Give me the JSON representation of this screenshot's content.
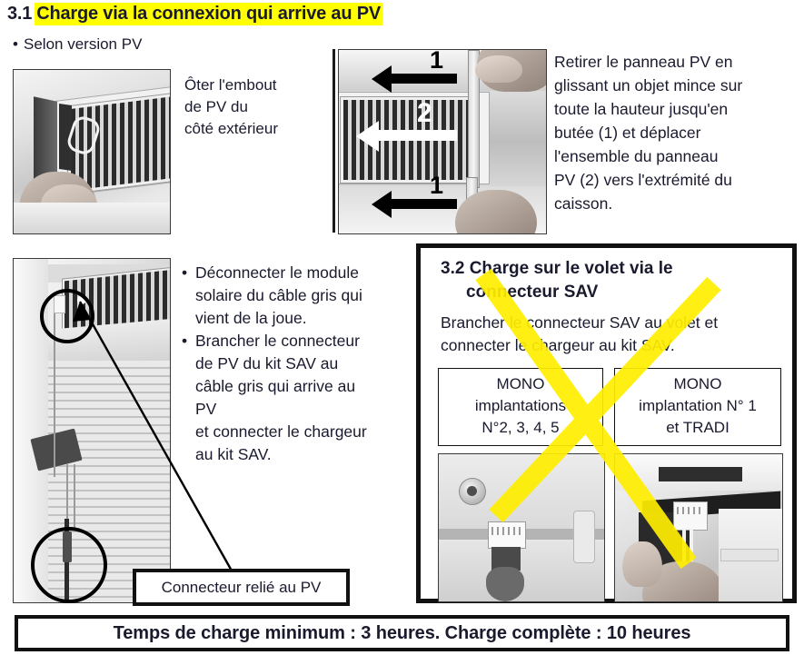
{
  "section_31": {
    "number": "3.1",
    "title": "Charge via la connexion qui arrive au PV",
    "bullet_selon": "Selon version PV",
    "caption_left": "Ôter l'embout\nde PV du\ncôté extérieur",
    "caption_left_lines": [
      "Ôter l'embout",
      "de PV du",
      "côté extérieur"
    ],
    "instruction_right": "Retirer le panneau PV en glissant un objet mince sur toute la hauteur jusqu'en butée (1) et déplacer l'ensemble du panneau PV (2) vers l'extrémité du caisson.",
    "instruction_right_lines": [
      "Retirer le panneau PV en",
      "glissant un objet mince sur",
      "toute la hauteur jusqu'en",
      "butée (1) et déplacer",
      "l'ensemble du panneau",
      "PV (2) vers l'extrémité du",
      "caisson."
    ],
    "photo_callouts": {
      "top_arrow_label": "1",
      "middle_arrow_label": "2",
      "bottom_arrow_label": "1"
    }
  },
  "middle_block": {
    "bullets": [
      "Déconnecter le module solaire du câble gris qui vient de la joue.",
      "Brancher le connecteur de PV du kit SAV au câble gris qui arrive au PV"
    ],
    "bullet_lines": [
      [
        "Déconnecter le module",
        "solaire du câble gris qui",
        "vient de la joue."
      ],
      [
        "Brancher le connecteur",
        "de PV du kit SAV au",
        "câble gris qui arrive au",
        "PV"
      ]
    ],
    "continuation_lines": [
      "et connecter le chargeur",
      "au kit SAV."
    ],
    "photo_label": "Connecteur relié au PV"
  },
  "section_32": {
    "number": "3.2",
    "title_line1": "Charge sur le volet via le",
    "title_line2": "connecteur SAV",
    "subtitle_lines": [
      "Brancher le connecteur SAV au volet et",
      "connecter le chargeur au kit SAV."
    ],
    "mono_left_lines": [
      "MONO",
      "implantations",
      "N°2, 3, 4, 5"
    ],
    "mono_right_lines": [
      "MONO",
      "implantation N° 1",
      "et TRADI"
    ],
    "crossed_out": true
  },
  "banner": {
    "text": "Temps de charge minimum : 3 heures. Charge complète : 10 heures"
  },
  "colors": {
    "highlight": "#ffff00",
    "text": "#1a1a2e",
    "border": "#111111",
    "cross": "#ffee00"
  }
}
